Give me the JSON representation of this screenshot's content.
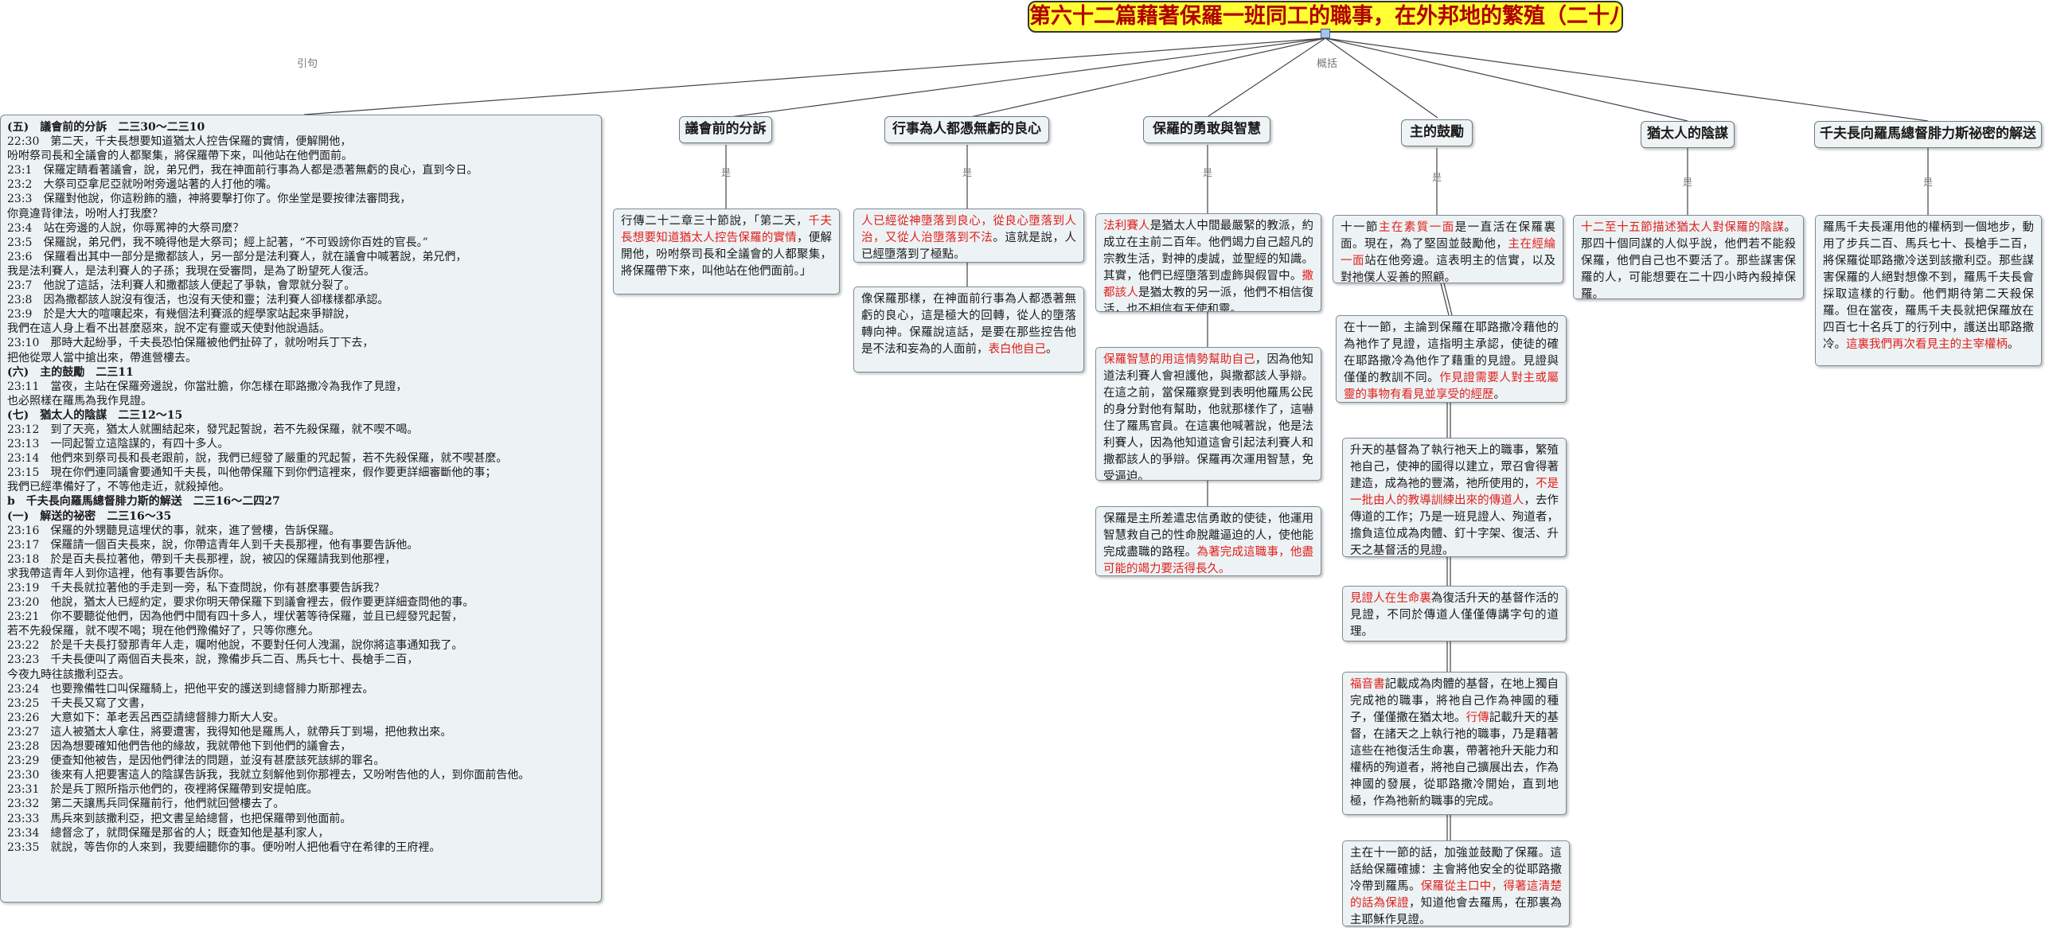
{
  "root": {
    "title": "第六十二篇藉著保羅一班同工的職事，在外邦地的繁殖（二十八）",
    "left_branch_label": "引句",
    "right_branch_label": "概括"
  },
  "topics": [
    {
      "label": "議會前的分訴",
      "link_label": "是"
    },
    {
      "label": "行事為人都憑無虧的良心",
      "link_label": "是"
    },
    {
      "label": "保羅的勇敢與智慧",
      "link_label": "是"
    },
    {
      "label": "主的鼓勵",
      "link_label": "是"
    },
    {
      "label": "猶太人的陰謀",
      "link_label": "是"
    },
    {
      "label": "千夫長向羅馬總督腓力斯祕密的解送",
      "link_label": "是"
    }
  ],
  "quote_lines": [
    "(五)　議會前的分訴　二三30～二三10",
    "22:30　第二天，千夫長想要知道猶太人控告保羅的實情，便解開他，",
    "吩咐祭司長和全議會的人都聚集，將保羅帶下來，叫他站在他們面前。",
    "23:1　保羅定睛看著議會，說，弟兄們，我在神面前行事為人都是憑著無虧的良心，直到今日。",
    "23:2　大祭司亞拿尼亞就吩咐旁邊站著的人打他的嘴。",
    "23:3　保羅對他說，你這粉飾的牆，神將要擊打你了。你坐堂是要按律法審問我，",
    "你竟違背律法，吩咐人打我麼？",
    "23:4　站在旁邊的人說，你辱罵神的大祭司麼？",
    "23:5　保羅說，弟兄們，我不曉得他是大祭司；經上記著，“不可毀謗你百姓的官長。”",
    "23:6　保羅看出其中一部分是撒都該人，另一部分是法利賽人，就在議會中喊著說，弟兄們，",
    "我是法利賽人，是法利賽人的子孫；我現在受審問，是為了盼望死人復活。",
    "23:7　他說了這話，法利賽人和撒都該人便起了爭執，會眾就分裂了。",
    "23:8　因為撒都該人說沒有復活，也沒有天使和靈；法利賽人卻樣樣都承認。",
    "23:9　於是大大的喧嚷起來，有幾個法利賽派的經學家站起來爭辯說，",
    "我們在這人身上看不出甚麼惡來，說不定有靈或天使對他說過話。",
    "23:10　那時大起紛爭，千夫長恐怕保羅被他們扯碎了，就吩咐兵丁下去，",
    "把他從眾人當中搶出來，帶進營樓去。",
    "(六)　主的鼓勵　二三11",
    "23:11　當夜，主站在保羅旁邊說，你當壯膽，你怎樣在耶路撒冷為我作了見證，",
    "也必照樣在羅馬為我作見證。",
    "(七)　猶太人的陰謀　二三12～15",
    "23:12　到了天亮，猶太人就團結起來，發咒起誓說，若不先殺保羅，就不喫不喝。",
    "23:13　一同起誓立這陰謀的，有四十多人。",
    "23:14　他們來到祭司長和長老跟前，說，我們已經發了嚴重的咒起誓，若不先殺保羅，就不喫甚麼。",
    "23:15　現在你們連同議會要通知千夫長，叫他帶保羅下到你們這裡來，假作要更詳細審斷他的事；",
    "我們已經準備好了，不等他走近，就殺掉他。",
    "b　千夫長向羅馬總督腓力斯的解送　二三16～二四27",
    "(一)　解送的祕密　二三16～35",
    "23:16　保羅的外甥聽見這埋伏的事，就來，進了營樓，告訴保羅。",
    "23:17　保羅請一個百夫長來，說，你帶這青年人到千夫長那裡，他有事要告訴他。",
    "23:18　於是百夫長拉著他，帶到千夫長那裡，說，被囚的保羅請我到他那裡，",
    "求我帶這青年人到你這裡，他有事要告訴你。",
    "23:19　千夫長就拉著他的手走到一旁，私下查問說，你有甚麼事要告訴我？",
    "23:20　他說，猶太人已經約定，要求你明天帶保羅下到議會裡去，假作要更詳細查問他的事。",
    "23:21　你不要聽從他們，因為他們中間有四十多人，埋伏著等待保羅，並且已經發咒起誓，",
    "若不先殺保羅，就不喫不喝；現在他們豫備好了，只等你應允。",
    "23:22　於是千夫長打發那青年人走，囑咐他說，不要對任何人洩漏，說你將這事通知我了。",
    "23:23　千夫長便叫了兩個百夫長來，說，豫備步兵二百、馬兵七十、長槍手二百，",
    "今夜九時往該撒利亞去。",
    "23:24　也要豫備牲口叫保羅騎上，把他平安的護送到總督腓力斯那裡去。",
    "23:25　千夫長又寫了文書，",
    "23:26　大意如下：革老丟呂西亞請總督腓力斯大人安。",
    "23:27　這人被猶太人拿住，將要遭害，我得知他是羅馬人，就帶兵丁到場，把他救出來。",
    "23:28　因為想要確知他們告他的緣故，我就帶他下到他們的議會去，",
    "23:29　便查知他被告，是因他們律法的問題，並沒有甚麼該死該綁的罪名。",
    "23:30　後來有人把要害這人的陰謀告訴我，我就立刻解他到你那裡去，又吩咐告他的人，到你面前告他。",
    "23:31　於是兵丁照所指示他們的，夜裡將保羅帶到安提帕底。",
    "23:32　第二天讓馬兵同保羅前行，他們就回營樓去了。",
    "23:33　馬兵來到該撒利亞，把文書呈給總督，也把保羅帶到他面前。",
    "23:34　總督念了，就問保羅是那省的人；既查知他是基利家人，",
    "23:35　就說，等告你的人來到，我要細聽你的事。便吩咐人把他看守在希律的王府裡。"
  ],
  "notes": {
    "t1_n1": [
      {
        "t": "行傳二十二章三十節說，「第二天，"
      },
      {
        "t": "千夫長想要知道猶太人控告保羅的實情",
        "r": true
      },
      {
        "t": "，便解開他，吩咐祭司長和全議會的人都聚集，將保羅帶下來，叫他站在他們面前。」"
      }
    ],
    "t2_n1": [
      {
        "t": "人已經從神墮落到良心，從良心墮落到人治，又從人治墮落到不法",
        "r": true
      },
      {
        "t": "。這就是說，人已經墮落到了極點。"
      }
    ],
    "t2_n2": [
      {
        "t": "像保羅那樣，在神面前行事為人都憑著無虧的良心，這是極大的回轉，從人的墮落轉向神。保羅說這話，是要在那些控告他是不法和妄為的人面前，"
      },
      {
        "t": "表白他自己",
        "r": true
      },
      {
        "t": "。"
      }
    ],
    "t3_n1": [
      {
        "t": "法利賽人",
        "r": true
      },
      {
        "t": "是猶太人中間最嚴緊的教派，約成立在主前二百年。他們竭力自己超凡的宗教生活，對神的虔誠，並聖經的知識。其實，他們已經墮落到虛飾與假冒中。"
      },
      {
        "t": "撒都該人",
        "r": true
      },
      {
        "t": "是猶太教的另一派，他們不相信復活，也不相信有天使和靈。"
      }
    ],
    "t3_n2": [
      {
        "t": "保羅智慧的用這情勢幫助自己",
        "r": true
      },
      {
        "t": "，因為他知道法利賽人會袒護他，與撒都該人爭辯。在這之前，當保羅察覺到表明他羅馬公民的身分對他有幫助，他就那樣作了，這嚇住了羅馬官員。在這裏他喊著說，他是法利賽人，因為他知道這會引起法利賽人和撒都該人的爭辯。保羅再次運用智慧，免受逼迫。"
      }
    ],
    "t3_n3": [
      {
        "t": "保羅是主所差遣忠信勇敢的使徒，他運用智慧救自己的性命脫離逼迫的人，使他能完成盡職的路程。"
      },
      {
        "t": "為著完成這職事，他盡可能的竭力要活得長久。",
        "r": true
      }
    ],
    "t4_n1": [
      {
        "t": "十一節"
      },
      {
        "t": "主在素質一面",
        "r": true
      },
      {
        "t": "是一直活在保羅裏面。現在，為了堅固並鼓勵他，"
      },
      {
        "t": "主在經綸一面",
        "r": true
      },
      {
        "t": "站在他旁邊。這表明主的信實，以及對祂僕人妥善的照顧。"
      }
    ],
    "t4_n2": [
      {
        "t": "在十一節，主論到保羅在耶路撒冷藉他的為祂作了見證，這指明主承認，使徒的確在耶路撒冷為他作了藉重的見證。見證與僅僅的教訓不同。"
      },
      {
        "t": "作見證需要人對主或屬靈的事物有看見並享受的經歷",
        "r": true
      },
      {
        "t": "。"
      }
    ],
    "t4_n3": [
      {
        "t": "升天的基督為了執行祂天上的職事，繁殖祂自己，使神的國得以建立，眾召會得著建造，成為祂的豐滿，祂所使用的，"
      },
      {
        "t": "不是一批由人的教導訓練出來的傳道人",
        "r": true
      },
      {
        "t": "，去作傳道的工作；乃是一班見證人、殉道者，擔負這位成為肉體、釘十字架、復活、升天之基督活的見證。"
      }
    ],
    "t4_n4": [
      {
        "t": "見證人在生命裏",
        "r": true
      },
      {
        "t": "為復活升天的基督作活的見證，不同於傳道人僅僅傳講字句的道理。"
      }
    ],
    "t4_n5": [
      {
        "t": "福音書",
        "r": true
      },
      {
        "t": "記載成為肉體的基督，在地上獨自完成祂的職事，將祂自己作為神國的種子，僅僅撒在猶太地。"
      },
      {
        "t": "行傳",
        "r": true
      },
      {
        "t": "記載升天的基督，在諸天之上執行祂的職事，乃是藉著這些在祂復活生命裏，帶著祂升天能力和權柄的殉道者，將祂自己擴展出去，作為神國的發展，從耶路撒冷開始，直到地極，作為祂新約職事的完成。"
      }
    ],
    "t4_n6": [
      {
        "t": "主在十一節的話，加強並鼓勵了保羅。這話給保羅確據：主會將他安全的從耶路撒冷帶到羅馬。"
      },
      {
        "t": "保羅從主口中，得著這清楚的話為保證",
        "r": true
      },
      {
        "t": "，知道他會去羅馬，在那裏為主耶穌作見證。"
      }
    ],
    "t5_n1": [
      {
        "t": "十二至十五節描述猶太人對保羅的陰謀",
        "r": true
      },
      {
        "t": "。那四十個同謀的人似乎說，他們若不能殺保羅，他們自己也不要活了。那些謀害保羅的人，可能想要在二十四小時內殺掉保羅。"
      }
    ],
    "t6_n1": [
      {
        "t": "羅馬千夫長運用他的權柄到一個地步，動用了步兵二百、馬兵七十、長槍手二百，將保羅從耶路撒冷送到該撒利亞。那些謀害保羅的人絕對想像不到，羅馬千夫長會採取這樣的行動。他們期待第二天殺保羅。但在當夜，羅馬千夫長就把保羅放在四百七十名兵丁的行列中，護送出耶路撒冷。"
      },
      {
        "t": "這裏我們再次看見主的主宰權柄",
        "r": true
      },
      {
        "t": "。"
      }
    ]
  }
}
